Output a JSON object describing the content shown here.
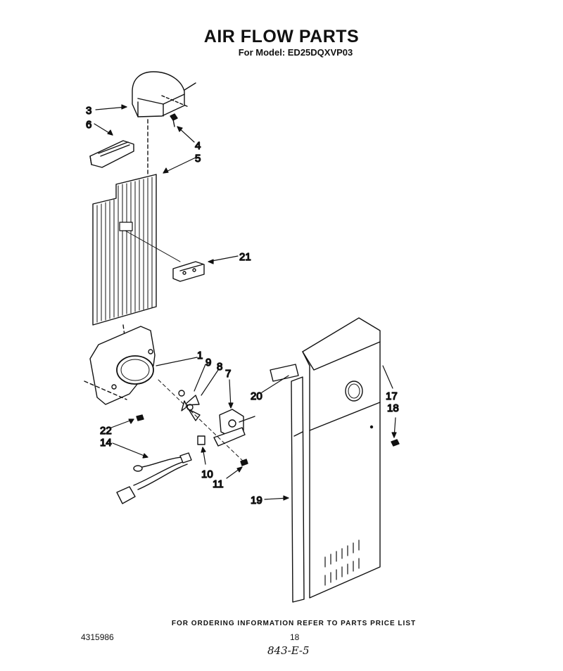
{
  "header": {
    "title": "AIR FLOW PARTS",
    "model_line": "For Model: ED25DQXVP03"
  },
  "callouts": {
    "c1": "1",
    "c3": "3",
    "c4": "4",
    "c5": "5",
    "c6": "6",
    "c7": "7",
    "c8": "8",
    "c9": "9",
    "c10": "10",
    "c11": "11",
    "c14": "14",
    "c17": "17",
    "c18": "18",
    "c19": "19",
    "c20": "20",
    "c21": "21",
    "c22": "22"
  },
  "footer": {
    "ordering_note": "FOR ORDERING INFORMATION REFER TO PARTS PRICE LIST",
    "document_code": "4315986",
    "page_number": "18",
    "handwritten_mark": "843-E-5"
  }
}
